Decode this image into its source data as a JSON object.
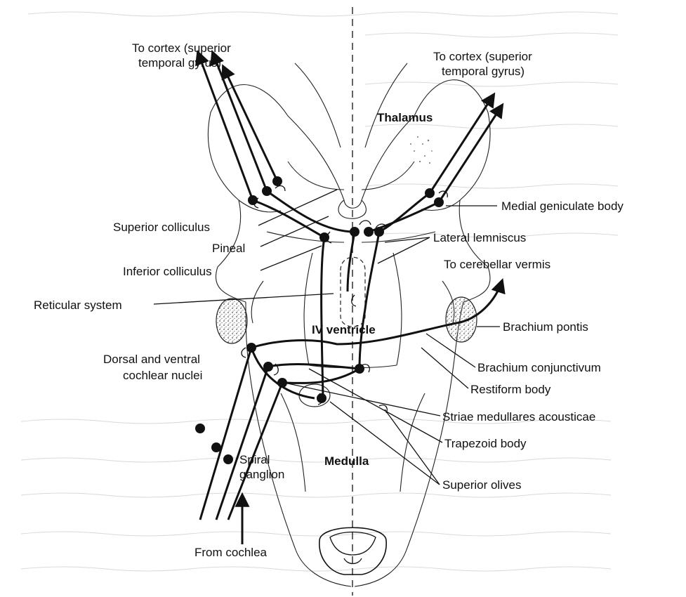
{
  "labels": {
    "to_cortex_left": [
      "To cortex (superior",
      "temporal gyrus)"
    ],
    "to_cortex_right": [
      "To cortex (superior",
      "temporal gyrus)"
    ],
    "thalamus": "Thalamus",
    "medial_geniculate_body": "Medial geniculate body",
    "superior_colliculus": "Superior colliculus",
    "pineal": "Pineal",
    "lateral_lemniscus": "Lateral lemniscus",
    "inferior_colliculus": "Inferior colliculus",
    "to_cerebellar_vermis": "To cerebellar vermis",
    "reticular_system": "Reticular system",
    "iv_ventricle": "IV ventricle",
    "brachium_pontis": "Brachium pontis",
    "dorsal_ventral_cochlear_nuclei": [
      "Dorsal and ventral",
      "cochlear nuclei"
    ],
    "brachium_conjunctivum": "Brachium conjunctivum",
    "restiform_body": "Restiform body",
    "striae_medullares_acousticae": "Striae medullares acousticae",
    "trapezoid_body": "Trapezoid body",
    "spiral_ganglion": [
      "Spiral",
      "ganglion"
    ],
    "medulla": "Medulla",
    "superior_olives": "Superior olives",
    "from_cochlea": "From cochlea"
  },
  "colors": {
    "ink": "#111111",
    "paper": "#ffffff",
    "stipple": "#555555"
  }
}
